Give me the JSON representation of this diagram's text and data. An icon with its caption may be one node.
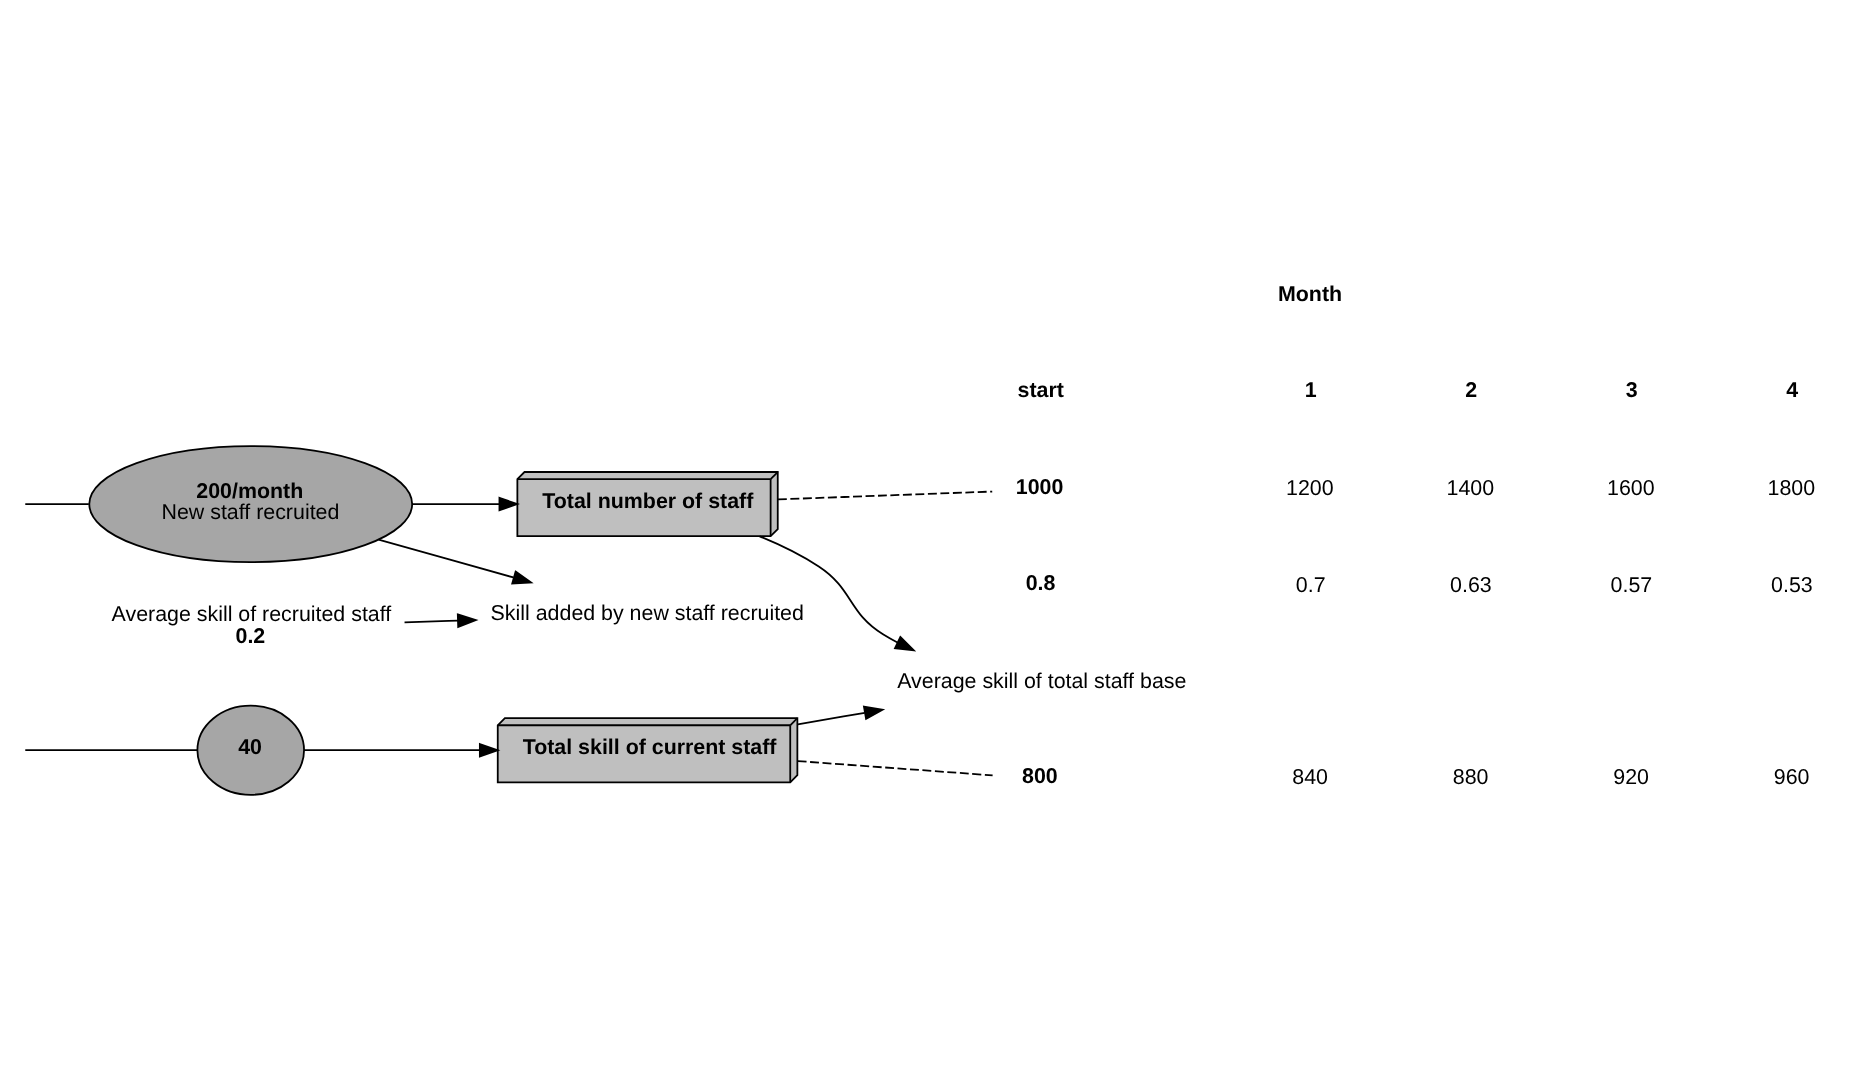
{
  "diagram": {
    "nodes": [
      {
        "text": [
          "Total number of staff"
        ]
      },
      {
        "text": [
          "200/month",
          "New staff recruited"
        ]
      },
      {
        "text": [
          "Average skill of recruited staff"
        ],
        "beside": [
          "0.2"
        ]
      },
      {
        "text": [
          "Skill added by new staff recruited"
        ]
      },
      {
        "text": [
          "40"
        ]
      },
      {
        "text": [
          "Total skill of current staff"
        ]
      },
      {
        "text": [
          "Average skill of total staff base"
        ]
      },
      {
        "text": [
          "1000"
        ]
      },
      {
        "text": [
          "800"
        ]
      }
    ],
    "edges": [
      {
        "from": null,
        "to": 1,
        "arrow": "none"
      },
      {
        "from": 1,
        "to": 0,
        "arrow": "to"
      },
      {
        "from": 1,
        "to": 3,
        "arrow": "to"
      },
      {
        "from": 2,
        "to": 3,
        "arrow": "to"
      },
      {
        "from": 0,
        "to": 6,
        "arrow": "to"
      },
      {
        "from": null,
        "to": 4,
        "arrow": "none"
      },
      {
        "from": 4,
        "to": 5,
        "arrow": "to"
      },
      {
        "from": 5,
        "to": 6,
        "arrow": "to"
      },
      {
        "from": 0,
        "to": 7,
        "arrow": "none",
        "style": "dashed"
      },
      {
        "from": 5,
        "to": 8,
        "arrow": "none",
        "style": "dashed"
      }
    ],
    "labels": [
      "Month",
      "start",
      "1",
      "2",
      "3",
      "4",
      "1200",
      "1400",
      "1600",
      "1800",
      "0.8",
      "0.7",
      "0.63",
      "0.57",
      "0.53",
      "840",
      "880",
      "920",
      "960"
    ]
  }
}
